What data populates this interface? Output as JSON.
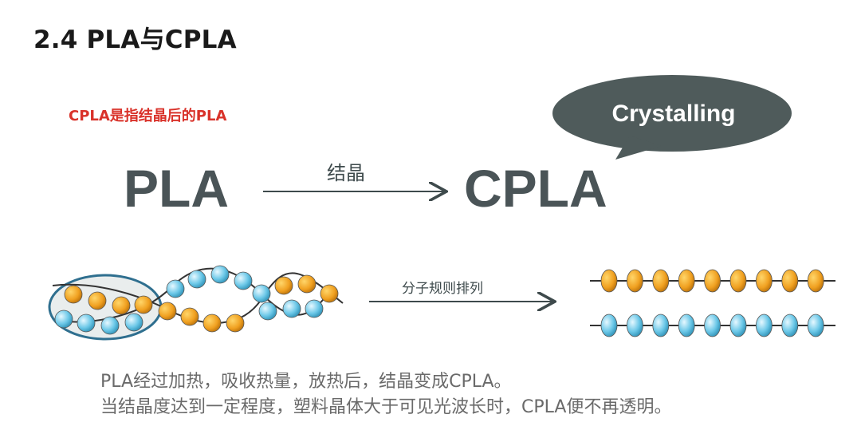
{
  "title": "2.4 PLA与CPLA",
  "definition": "CPLA是指结晶后的PLA",
  "bubble_text": "Crystalling",
  "reaction": {
    "from": "PLA",
    "arrow_label": "结晶",
    "to": "CPLA"
  },
  "molecule_arrow_label": "分子规则排列",
  "captions": [
    "PLA经过加热，吸收热量，放热后，结晶变成CPLA。",
    "当结晶度达到一定程度，塑料晶体大于可见光波长时，CPLA便不再透明。"
  ],
  "colors": {
    "text_dark": "#4a5457",
    "definition_red": "#d9322a",
    "bubble": "#4f5b5b",
    "bead_orange": "#f0a020",
    "bead_blue": "#6cc8e8",
    "highlight_ellipse": "#2f6f8f"
  }
}
